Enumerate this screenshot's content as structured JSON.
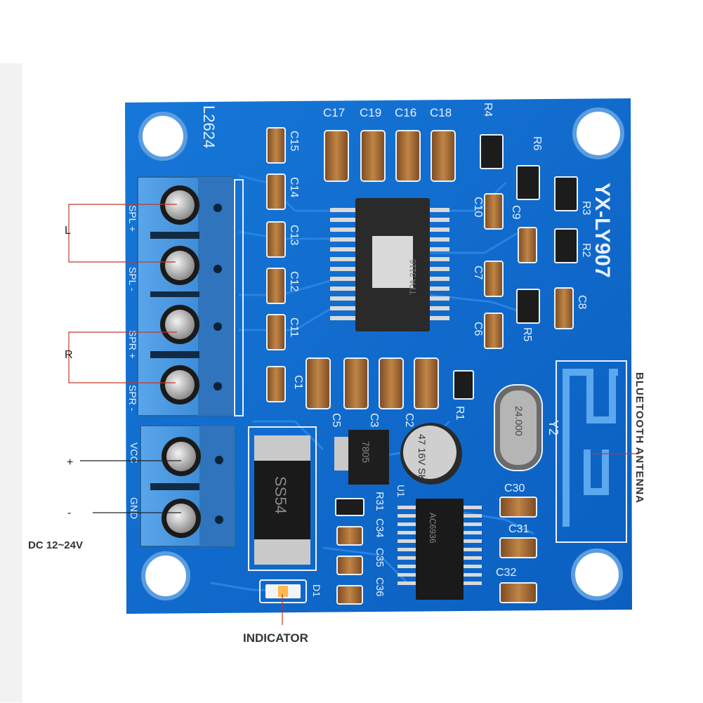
{
  "annotations": {
    "left_channel": "L",
    "right_channel": "R",
    "plus": "+",
    "minus": "-",
    "power": "DC 12~24V",
    "indicator": "INDICATOR",
    "antenna": "BLUETOOTH ANTENNA"
  },
  "board": {
    "model": "YX-LY907",
    "id_text": "L2624",
    "terminal_labels": [
      "SPL +",
      "SPL -",
      "SPR +",
      "SPR -",
      "VCC",
      "GND"
    ],
    "diode": "SS54",
    "crystal": "24.000",
    "crystal_ref": "Y2",
    "cap_electrolytic": "47 16V SK",
    "amp_chip": "TPA 3116",
    "bt_chip": "AC6936",
    "regulator": "7805",
    "led_ref": "D1",
    "top_caps": [
      "C17",
      "C19",
      "C16",
      "C18"
    ],
    "left_caps": [
      "C15",
      "C14",
      "C13",
      "C12",
      "C11"
    ],
    "bottom_caps": [
      "C1",
      "C5",
      "C3",
      "C2"
    ],
    "right_parts": [
      "R4",
      "R6",
      "R3",
      "R2",
      "R5",
      "C10",
      "C9",
      "C7",
      "C6",
      "C8",
      "R1"
    ],
    "bottom_parts": [
      "R31",
      "C34",
      "C35",
      "C36",
      "C30",
      "C31",
      "C32",
      "U1"
    ]
  },
  "colors": {
    "pcb": "#0f6fd0",
    "pcb_dark": "#0a55a8",
    "terminal": "#3d8fd8",
    "silkscreen": "#e8f1ff",
    "annotation_line": "#c0392b"
  }
}
